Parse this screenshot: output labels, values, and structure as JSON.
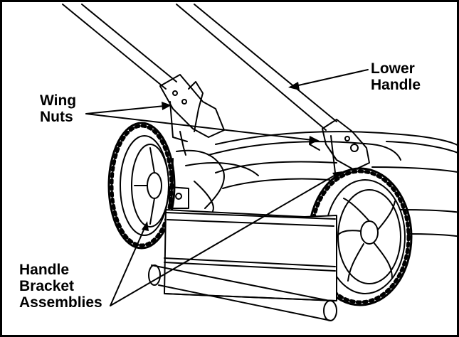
{
  "labels": {
    "lower_handle": "Lower\nHandle",
    "wing_nuts": "Wing\nNuts",
    "handle_bracket_assemblies": "Handle\nBracket\nAssemblies"
  },
  "colors": {
    "line": "#000000",
    "background": "#ffffff"
  }
}
